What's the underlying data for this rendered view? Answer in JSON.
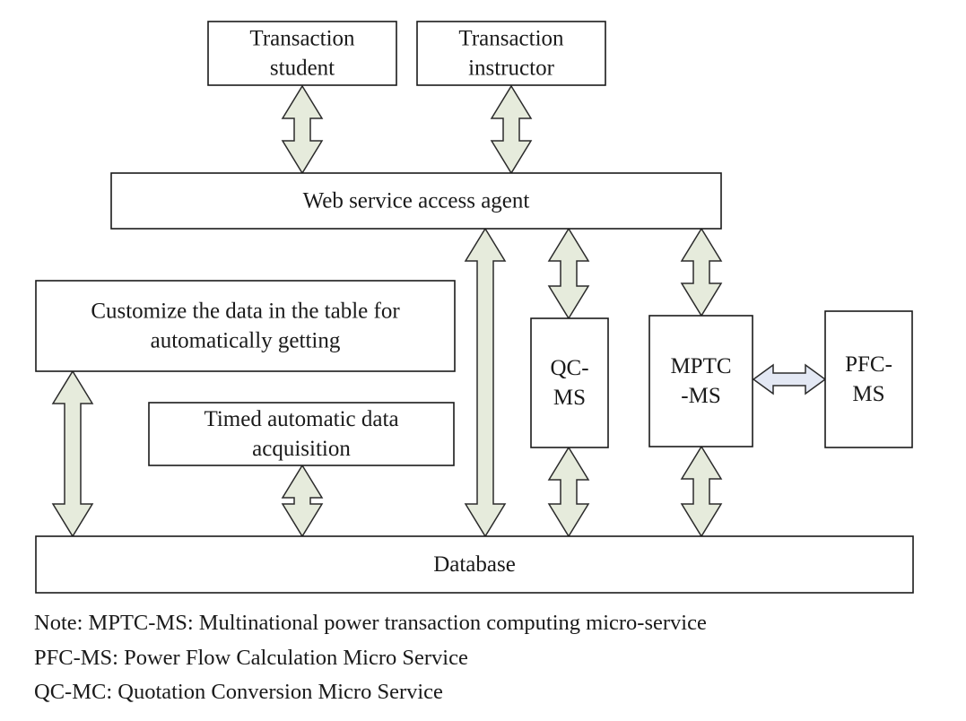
{
  "nodes": {
    "transaction_student": [
      "Transaction",
      "student"
    ],
    "transaction_instructor": [
      "Transaction",
      "instructor"
    ],
    "web_service": [
      "Web service access agent"
    ],
    "customize": [
      "Customize the data in the table for",
      "automatically getting"
    ],
    "timed": [
      "Timed automatic data",
      "acquisition"
    ],
    "qcms": [
      "QC-",
      "MS"
    ],
    "mptcms": [
      "MPTC",
      "-MS"
    ],
    "pfcms": [
      "PFC-",
      "MS"
    ],
    "database": [
      "Database"
    ]
  },
  "notes": [
    "Note: MPTC-MS: Multinational power transaction computing micro-service",
    "PFC-MS: Power Flow Calculation Micro Service",
    "QC-MC: Quotation Conversion Micro Service"
  ]
}
